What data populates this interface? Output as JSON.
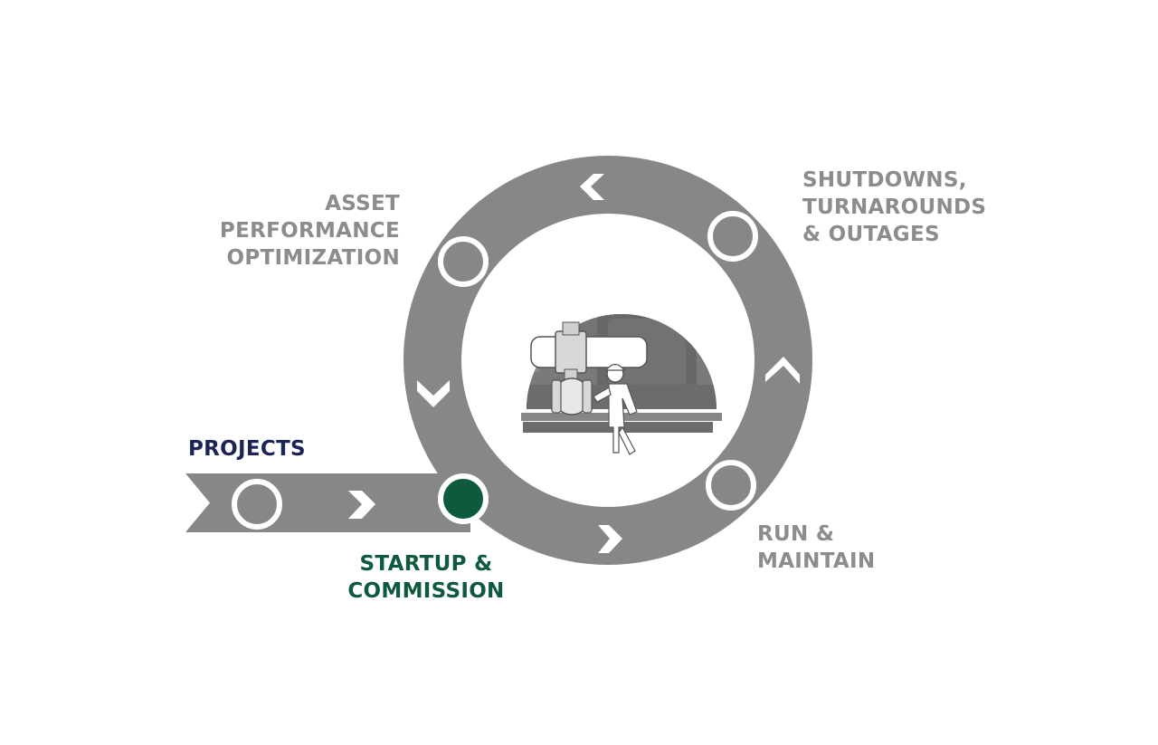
{
  "stages": {
    "asset_performance": {
      "lines": [
        "ASSET",
        "PERFORMANCE",
        "OPTIMIZATION"
      ],
      "color": "#8c8c8c"
    },
    "shutdowns": {
      "lines": [
        "SHUTDOWNS,",
        "TURNAROUNDS",
        "& OUTAGES"
      ],
      "color": "#8c8c8c"
    },
    "run_maintain": {
      "lines": [
        "RUN &",
        "MAINTAIN"
      ],
      "color": "#8c8c8c"
    },
    "projects": {
      "lines": [
        "PROJECTS"
      ],
      "color": "#1c2457"
    },
    "startup": {
      "lines": [
        "STARTUP &",
        "COMMISSION"
      ],
      "color": "#0d5a3c",
      "active": true
    }
  },
  "colors": {
    "ring": "#878787",
    "ring_inner": "#ffffff",
    "node_fill": "#878787",
    "node_stroke": "#ffffff",
    "active_node": "#0d5a3c",
    "scene": "#6f6f6f"
  },
  "icons": {
    "arrows": "chevron-arrow",
    "scene": "worker-with-valve-illustration"
  }
}
